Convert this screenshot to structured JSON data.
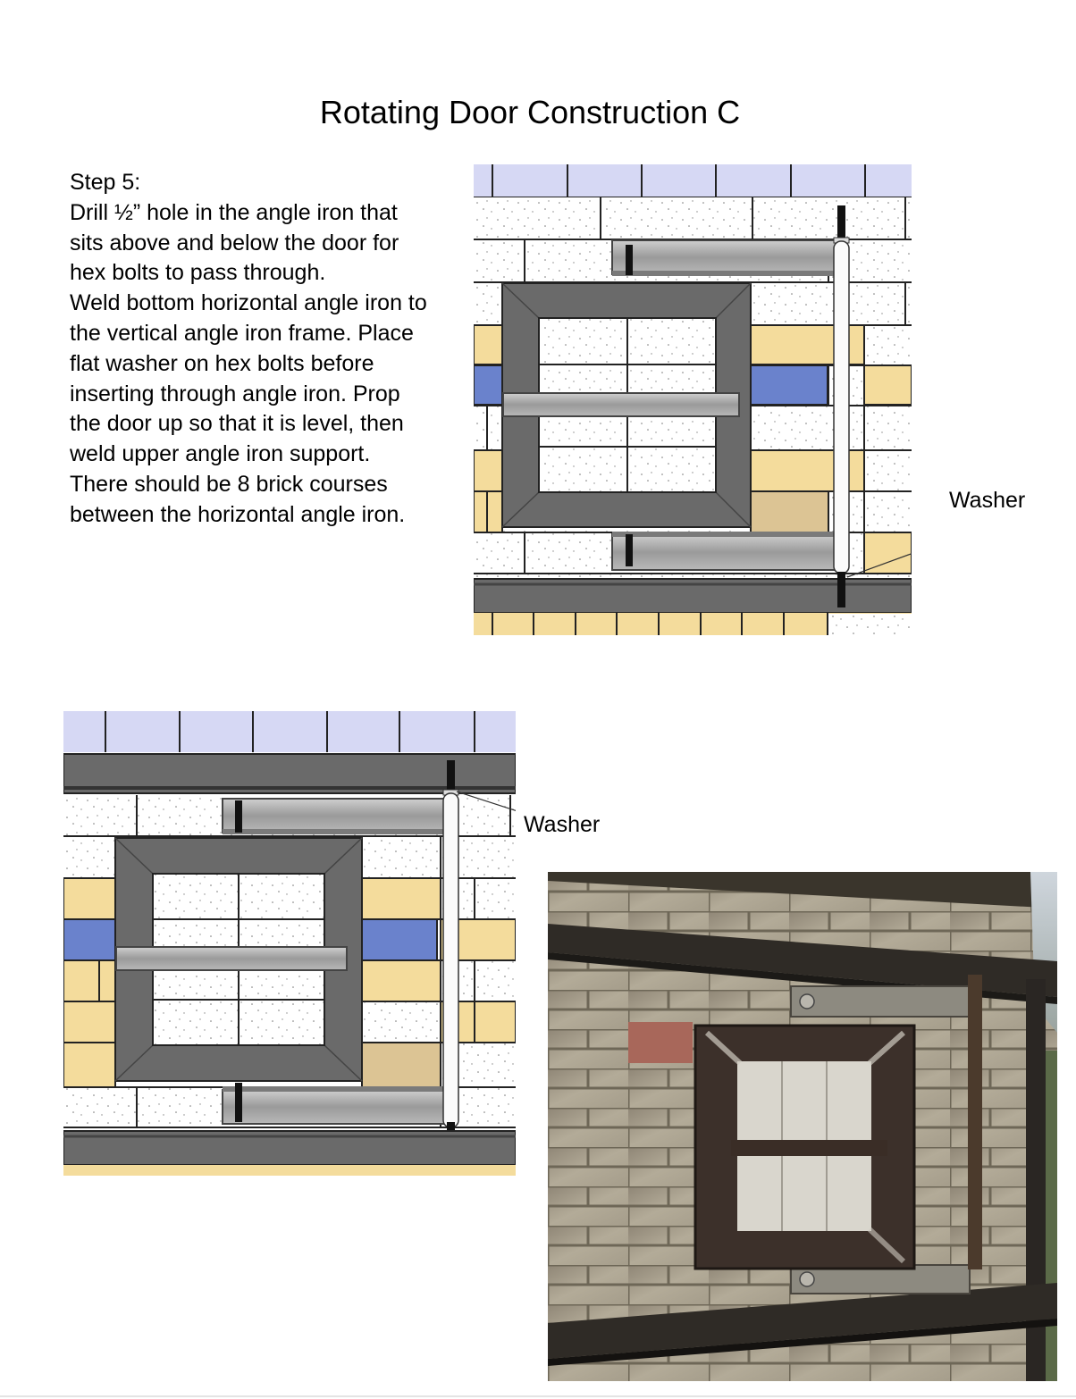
{
  "document": {
    "title": "Rotating Door Construction C",
    "step_heading": "Step 5:",
    "step_lines": [
      "Drill ½” hole in the angle iron that",
      "sits above and below the door for",
      "hex bolts to pass through.",
      "Weld bottom horizontal angle iron to",
      "the vertical angle iron frame. Place",
      "flat washer on hex bolts before",
      "inserting through angle iron. Prop",
      "the door up so that it is level, then",
      "weld upper angle iron support.",
      "There should be 8 brick courses",
      "between the horizontal angle iron."
    ]
  },
  "figures": {
    "top": {
      "callout": "Washer"
    },
    "bottom": {
      "callout": "Washer"
    }
  },
  "colors": {
    "lavender": "#d6d8f4",
    "yellow_brick": "#f4dc9c",
    "tan_brick": "#dcc494",
    "blue_brick": "#6a82cc",
    "steel": "#6a6a6a",
    "angle_iron": "#a6a6a6",
    "white_brick": "#ffffff"
  }
}
